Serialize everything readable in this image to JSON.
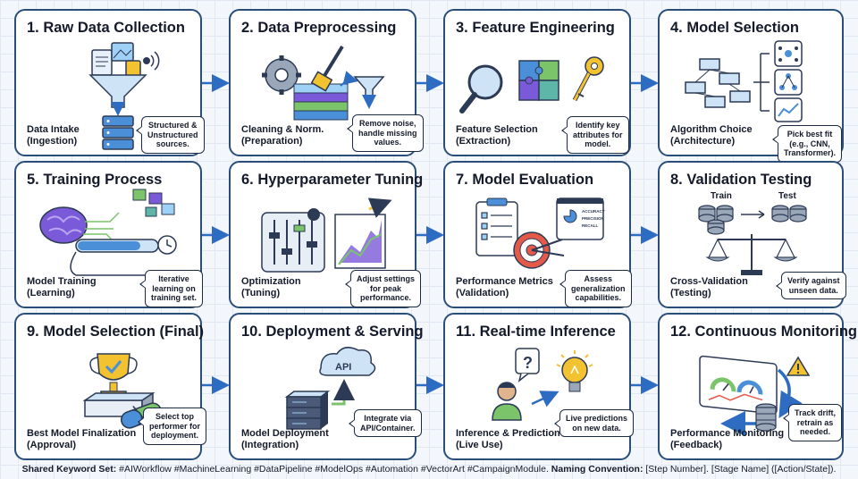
{
  "stages": [
    {
      "title": "1. Raw Data Collection",
      "label_lines": [
        "Data Intake",
        "(Ingestion)"
      ],
      "callout_lines": [
        "Structured &",
        "Unstructured",
        "sources."
      ]
    },
    {
      "title": "2. Data Preprocessing",
      "label_lines": [
        "Cleaning & Norm.",
        "(Preparation)"
      ],
      "callout_lines": [
        "Remove noise,",
        "handle missing",
        "values."
      ]
    },
    {
      "title": "3. Feature Engineering",
      "label_lines": [
        "Feature Selection",
        "(Extraction)"
      ],
      "callout_lines": [
        "Identify key",
        "attributes for",
        "model."
      ]
    },
    {
      "title": "4. Model Selection",
      "label_lines": [
        "Algorithm Choice",
        "(Architecture)"
      ],
      "callout_lines": [
        "Pick best fit",
        "(e.g., CNN,",
        "Transformer)."
      ]
    },
    {
      "title": "5. Training Process",
      "label_lines": [
        "Model Training",
        "(Learning)"
      ],
      "callout_lines": [
        "Iterative",
        "learning on",
        "training set."
      ]
    },
    {
      "title": "6. Hyperparameter Tuning",
      "label_lines": [
        "Optimization",
        "(Tuning)"
      ],
      "callout_lines": [
        "Adjust settings",
        "for peak",
        "performance."
      ]
    },
    {
      "title": "7. Model Evaluation",
      "label_lines": [
        "Performance Metrics",
        "(Validation)"
      ],
      "callout_lines": [
        "Assess",
        "generalization",
        "capabilities."
      ]
    },
    {
      "title": "8. Validation Testing",
      "label_lines": [
        "Cross-Validation",
        "(Testing)"
      ],
      "callout_lines": [
        "Verify against",
        "unseen data."
      ]
    },
    {
      "title": "9. Model Selection (Final)",
      "label_lines": [
        "Best Model Finalization",
        "(Approval)"
      ],
      "callout_lines": [
        "Select top",
        "performer for",
        "deployment."
      ]
    },
    {
      "title": "10. Deployment & Serving",
      "label_lines": [
        "Model Deployment",
        "(Integration)"
      ],
      "callout_lines": [
        "Integrate via",
        "API/Container."
      ]
    },
    {
      "title": "11. Real-time Inference",
      "label_lines": [
        "Inference & Prediction",
        "(Live Use)"
      ],
      "callout_lines": [
        "Live predictions",
        "on new data."
      ]
    },
    {
      "title": "12. Continuous Monitoring",
      "label_lines": [
        "Performance Monitoring",
        "(Feedback)"
      ],
      "callout_lines": [
        "Track drift,",
        "retrain as",
        "needed."
      ]
    }
  ],
  "illustration_text": {
    "metrics_lines": [
      "ACCURACY",
      "PRECISION",
      "RECALL"
    ],
    "train_label": "Train",
    "test_label": "Test",
    "api_label": "API",
    "question_mark": "?"
  },
  "footer": {
    "keyword_heading": "Shared Keyword Set:",
    "keywords": "#AIWorkflow #MachineLearning #DataPipeline #ModelOps #Automation #VectorArt #CampaignModule.",
    "naming_heading": "Naming Convention:",
    "naming_text": "[Step Number]. [Stage Name] ([Action/State])."
  },
  "colors": {
    "card_border": "#2a4e7a",
    "flow_arrow": "#2d6cc0",
    "icon_blue": "#4a8fd8",
    "icon_dark": "#2c3a55",
    "accent_gold": "#f2c230",
    "accent_green": "#7cc46a",
    "accent_purple": "#7a5ad8",
    "accent_red": "#e35a4a"
  }
}
